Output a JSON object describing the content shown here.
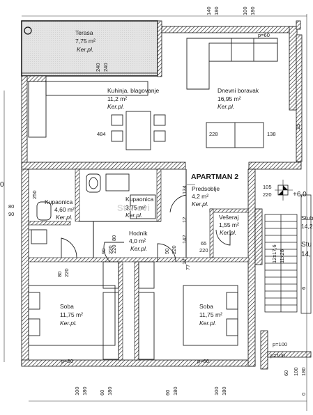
{
  "plan": {
    "apartment_label": "APARTMAN 2",
    "level_mark": "+6,0",
    "watermark": "Stanovi",
    "rooms": [
      {
        "id": "terasa",
        "name": "Terasa",
        "area": "7,75 m²",
        "floor": "Ker.pl."
      },
      {
        "id": "kuhinja",
        "name": "Kuhinja, blagovanje",
        "area": "11,2 m²",
        "floor": "Ker.pl."
      },
      {
        "id": "boravak",
        "name": "Dnevni boravak",
        "area": "16,95 m²",
        "floor": "Ker.pl."
      },
      {
        "id": "kupaonica1",
        "name": "Kupaonica",
        "area": "4,60 m²",
        "floor": "Ker.pl."
      },
      {
        "id": "kupaonica2",
        "name": "Kupaonica",
        "area": "3,75 m²",
        "floor": "Ker.pl."
      },
      {
        "id": "predsoblje",
        "name": "Predsoblje",
        "area": "4,2 m²",
        "floor": "Ker.pl."
      },
      {
        "id": "hodnik",
        "name": "Hodnik",
        "area": "4,0 m²",
        "floor": "Ker.pl."
      },
      {
        "id": "veseraj",
        "name": "Vešeraj",
        "area": "1,55 m²",
        "floor": "Ker.pl."
      },
      {
        "id": "soba1",
        "name": "Soba",
        "area": "11,75 m²",
        "floor": "Ker.pl."
      },
      {
        "id": "soba2",
        "name": "Soba",
        "area": "11,75 m²",
        "floor": "Ker.pl."
      },
      {
        "id": "stub1",
        "name": "Stub",
        "area": "14,2",
        "floor": ""
      },
      {
        "id": "stub2",
        "name": "Stu",
        "area": "14,",
        "floor": ""
      }
    ],
    "dims": {
      "d140": "140",
      "d180a": "180",
      "d100a": "100",
      "d180b": "180",
      "p60_top": "p=60",
      "d240a": "240",
      "d240b": "240",
      "d484": "484",
      "d228": "228",
      "d138": "138",
      "d25": "25",
      "d105": "105",
      "d220_105": "220",
      "d134": "134",
      "d80_l": "80",
      "d90_l": "90",
      "d250": "250",
      "d80_k2": "80",
      "d220_k2": "220",
      "d90_h1": "90",
      "d220_h1": "220",
      "d90_h2": "90",
      "d220_h2": "220",
      "d142": "142",
      "d12_1": "12",
      "d12_2": "12",
      "d65": "65",
      "d220_65": "220",
      "d80_s": "80",
      "d220_s": "220",
      "d12_3": "12",
      "d77": "77",
      "d12x176": "12x17,6",
      "d11x28": "11x28",
      "p60_b1": "p=60",
      "p60_b2": "p=60",
      "p100_a": "p=100",
      "p100_b": "p=100",
      "b100a": "100",
      "b180a": "180",
      "b60a": "60",
      "b180b": "180",
      "b60b": "60",
      "b180c": "180",
      "b100b": "100",
      "b180d": "180",
      "r60": "60",
      "r100": "100",
      "r180": "180",
      "r0": "0",
      "r6": "6",
      "left_num": "0"
    }
  }
}
